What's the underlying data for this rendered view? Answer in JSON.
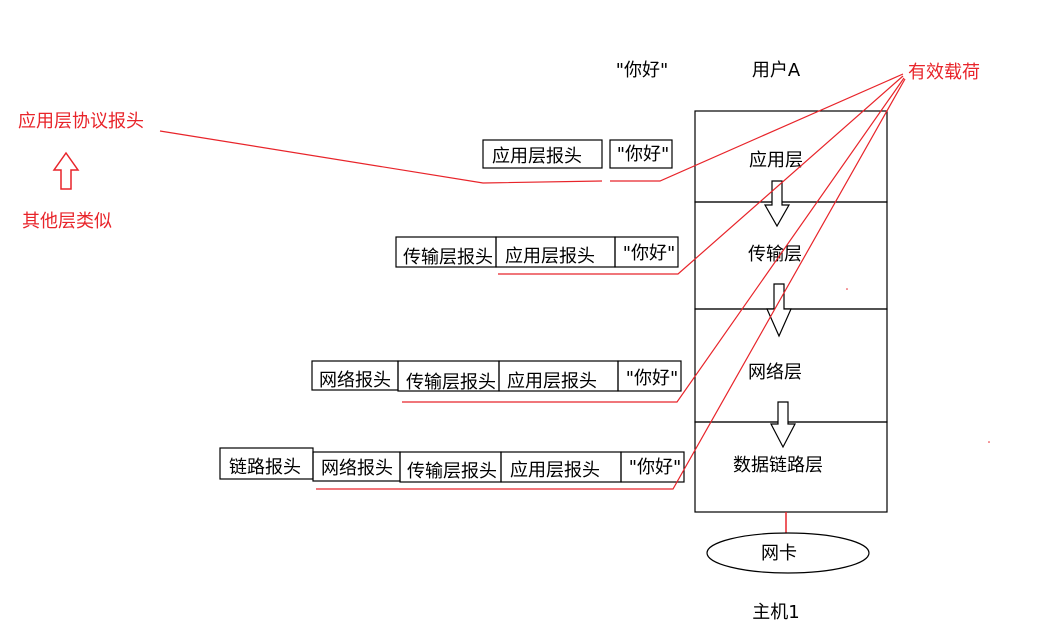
{
  "top": {
    "hello": "\"你好\"",
    "user": "用户A",
    "payload": "有效载荷"
  },
  "left_notes": {
    "app_header_note": "应用层协议报头",
    "similar_note": "其他层类似"
  },
  "layers": {
    "app": "应用层",
    "transport": "传输层",
    "network": "网络层",
    "datalink": "数据链路层"
  },
  "nic": "网卡",
  "host": "主机1",
  "packets": {
    "row1": [
      "应用层报头",
      "\"你好\""
    ],
    "row2": [
      "传输层报头",
      "应用层报头",
      "\"你好\""
    ],
    "row3": [
      "网络报头",
      "传输层报头",
      "应用层报头",
      "\"你好\""
    ],
    "row4": [
      "链路报头",
      "网络报头",
      "传输层报头",
      "应用层报头",
      "\"你好\""
    ]
  },
  "colors": {
    "annotation": "#e8242a",
    "line": "#000000"
  }
}
